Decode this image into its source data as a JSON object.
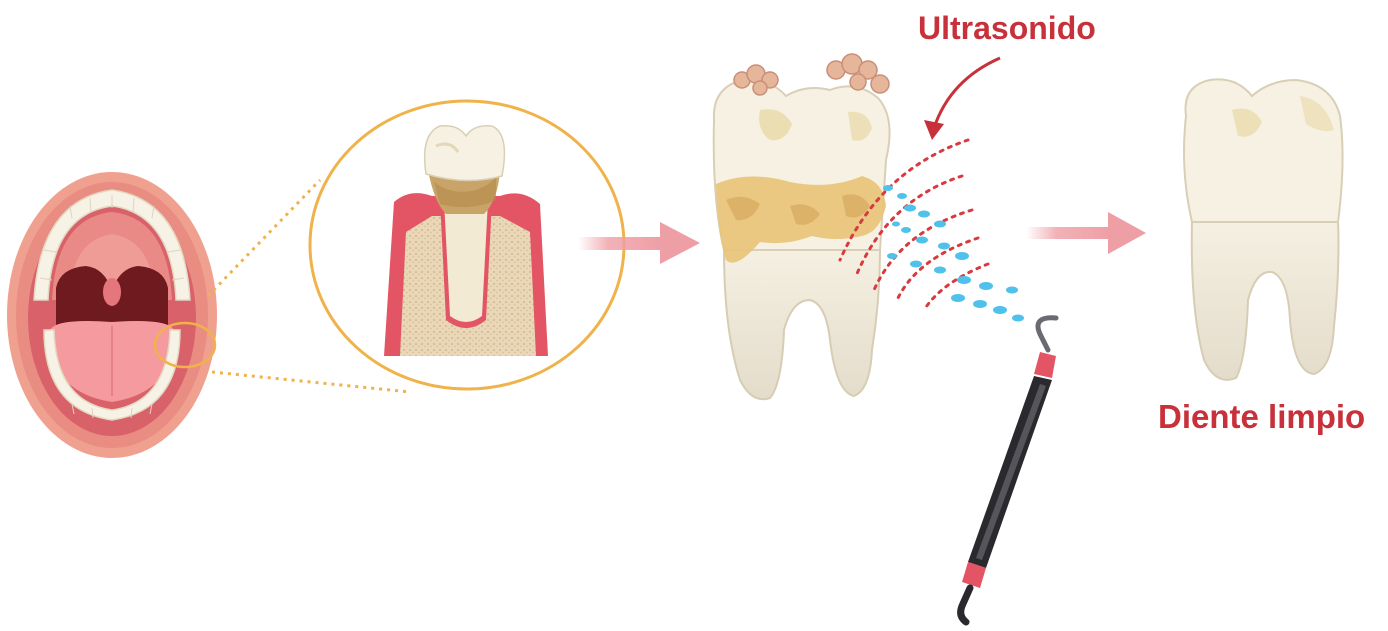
{
  "labels": {
    "ultrasound": "Ultrasonido",
    "clean_tooth": "Diente limpio"
  },
  "colors": {
    "label_red": "#c8303a",
    "arrow_pink": "#ee9ea5",
    "zoom_ring": "#f0b24a",
    "water_spray": "#4fc1ea",
    "gum": "#e35565",
    "tartar": "#e8c47a",
    "enamel": "#f6f1e2",
    "scaler_body": "#2a2a2e"
  },
  "icons": {
    "mouth": "open-mouth-illustration",
    "zoom": "gum-tooth-cross-section",
    "dirty_tooth": "molar-with-tartar",
    "clean_tooth": "clean-molar",
    "tool": "ultrasonic-scaler"
  }
}
